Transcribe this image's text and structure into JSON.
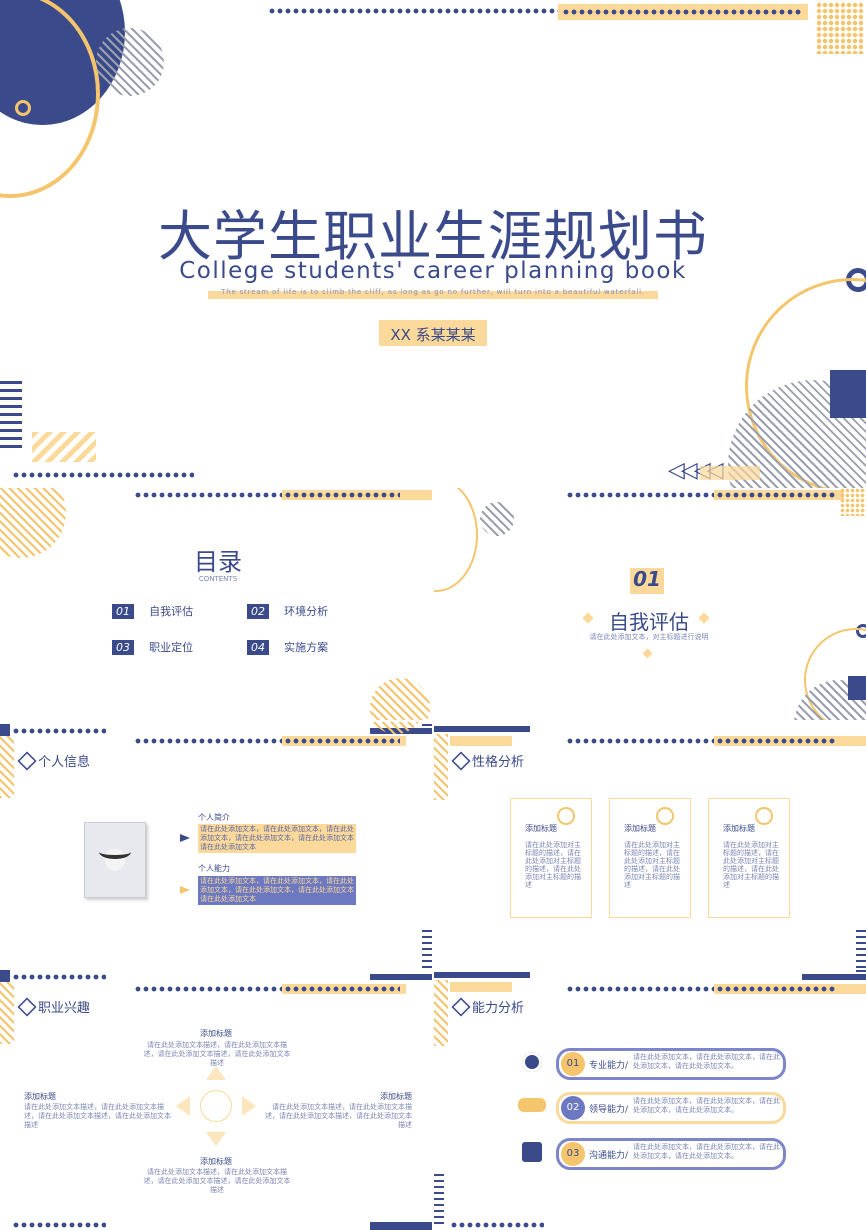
{
  "cover": {
    "title": "大学生职业生涯规划书",
    "subtitle_en": "College students' career planning book",
    "tagline": "The stream of life is to climb the cliff, as long as go no further, will turn into a beautiful waterfall.",
    "author": "XX 系某某某"
  },
  "toc": {
    "title": "目录",
    "subtitle": "CONTENTS",
    "items": [
      {
        "num": "01",
        "label": "自我评估"
      },
      {
        "num": "02",
        "label": "环境分析"
      },
      {
        "num": "03",
        "label": "职业定位"
      },
      {
        "num": "04",
        "label": "实施方案"
      }
    ]
  },
  "section": {
    "num": "01",
    "title": "自我评估",
    "desc": "请在此处添加文本，对主标题进行说明"
  },
  "personal": {
    "title": "个人信息",
    "intro_label": "个人简介",
    "intro_text": "请在此处添加文本，请在此处添加文本，请在此处添加文本，请在此处添加文本，请在此处添加文本请在此处添加文本",
    "ability_label": "个人能力",
    "ability_text": "请在此处添加文本，请在此处添加文本，请在此处添加文本，请在此处添加文本，请在此处添加文本请在此处添加文本"
  },
  "personality": {
    "title": "性格分析",
    "cards": [
      {
        "heading": "添加标题",
        "body": "请在此处添加对主标题的描述，请在此处添加对主标题的描述，请在此处添加对主标题的描述"
      },
      {
        "heading": "添加标题",
        "body": "请在此处添加对主标题的描述，请在此处添加对主标题的描述，请在此处添加对主标题的描述"
      },
      {
        "heading": "添加标题",
        "body": "请在此处添加对主标题的描述，请在此处添加对主标题的描述，请在此处添加对主标题的描述"
      }
    ]
  },
  "interest": {
    "title": "职业兴趣",
    "top": {
      "heading": "添加标题",
      "body": "请在此处添加文本描述，请在此处添加文本描述，请在此处添加文本描述，请在此处添加文本描述"
    },
    "left": {
      "heading": "添加标题",
      "body": "请在此处添加文本描述，请在此处添加文本描述，请在此处添加文本描述，请在此处添加文本描述"
    },
    "right": {
      "heading": "添加标题",
      "body": "请在此处添加文本描述，请在此处添加文本描述，请在此处添加文本描述，请在此处添加文本描述"
    },
    "bottom": {
      "heading": "添加标题",
      "body": "请在此处添加文本描述，请在此处添加文本描述，请在此处添加文本描述，请在此处添加文本描述"
    }
  },
  "ability": {
    "title": "能力分析",
    "items": [
      {
        "num": "01",
        "label": "专业能力/",
        "text": "请在此处添加文本，请在此处添加文本，请在此处添加文本，请在此处添加文本。"
      },
      {
        "num": "02",
        "label": "领导能力/",
        "text": "请在此处添加文本，请在此处添加文本，请在此处添加文本，请在此处添加文本。"
      },
      {
        "num": "03",
        "label": "沟通能力/",
        "text": "请在此处添加文本，请在此处添加文本，请在此处添加文本，请在此处添加文本。"
      }
    ]
  },
  "colors": {
    "navy": "#3a4a8a",
    "yellow": "#f5c56d",
    "light_yellow": "#fbd99a"
  }
}
